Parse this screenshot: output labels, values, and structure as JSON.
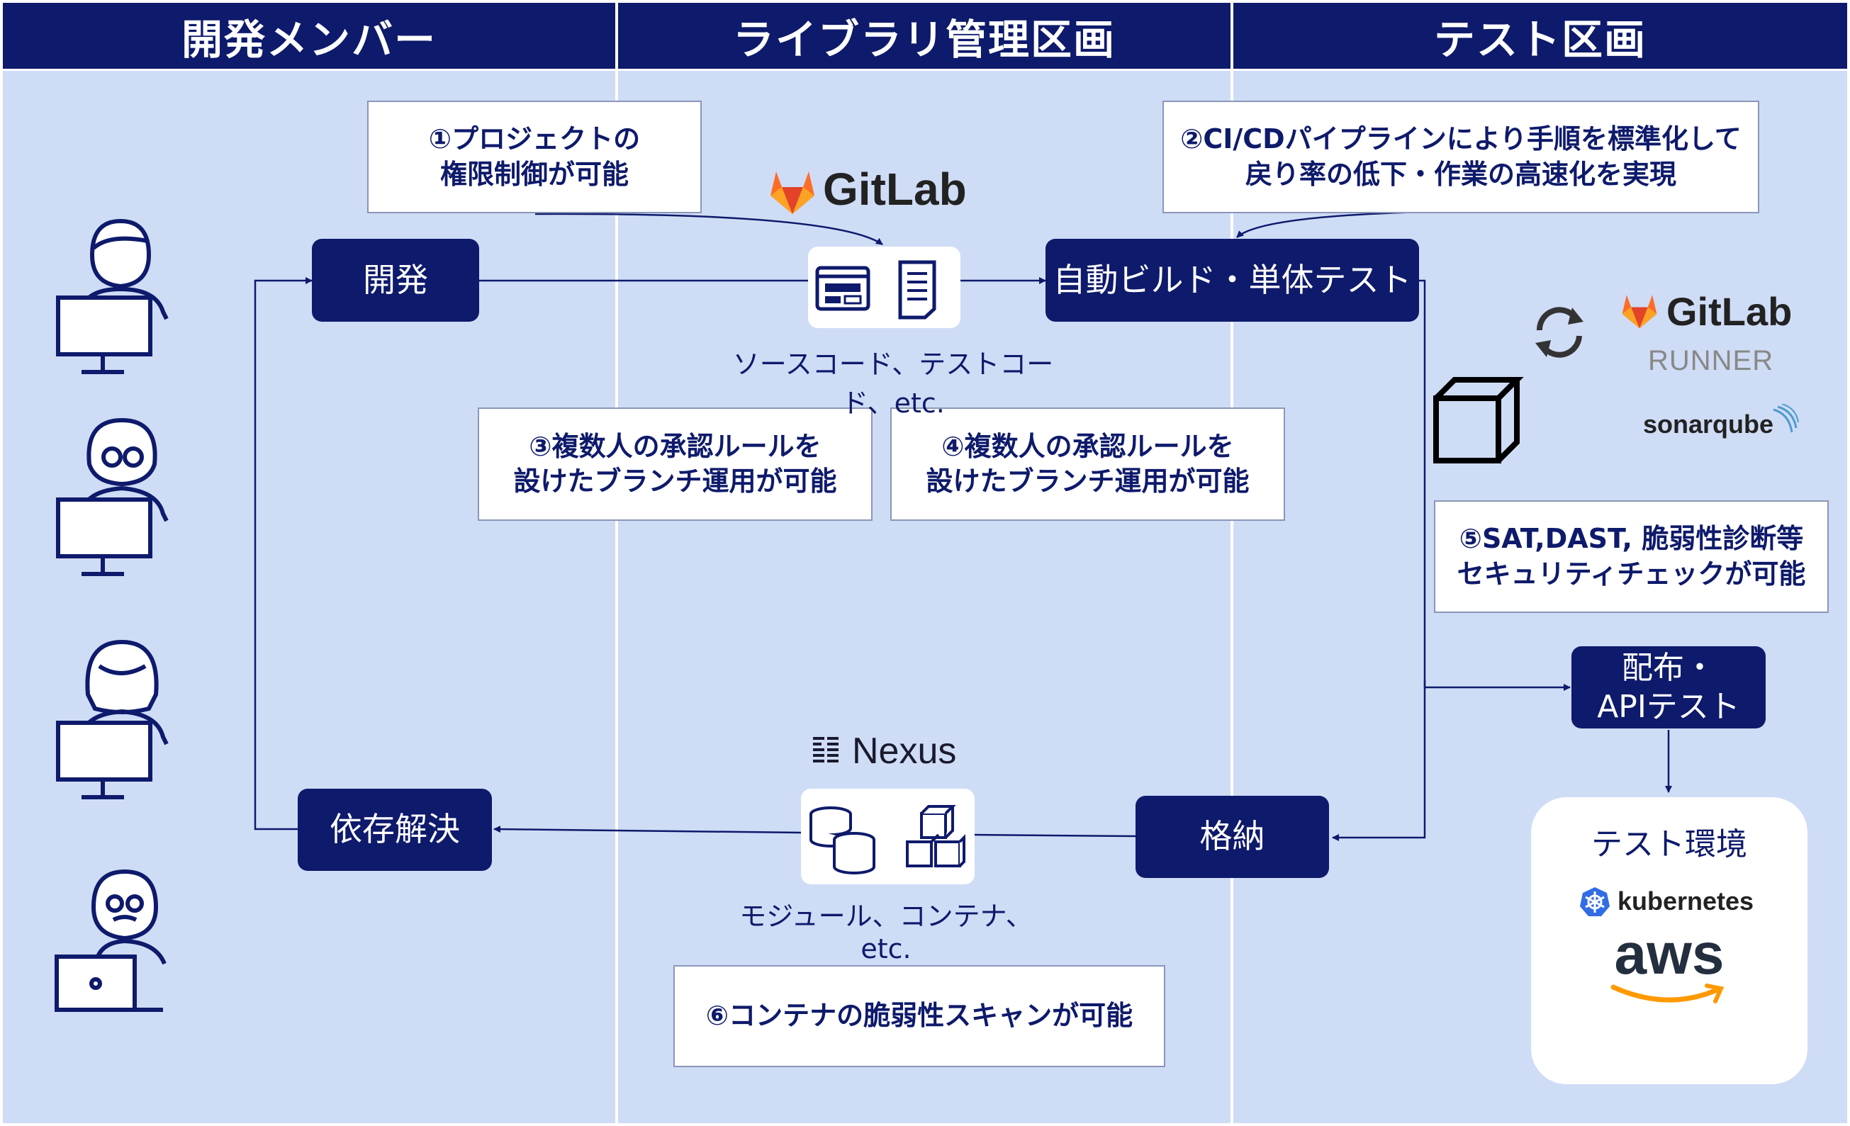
{
  "lanes": {
    "developers": "開発メンバー",
    "library": "ライブラリ管理区画",
    "test": "テスト区画"
  },
  "process": {
    "develop": "開発",
    "build_test": "自動ビルド・単体テスト",
    "deploy": "配布・\nAPIテスト",
    "store": "格納",
    "resolve": "依存解決"
  },
  "notes": {
    "n1": "①プロジェクトの\n権限制御が可能",
    "n2": "②CI/CDパイプラインにより手順を標準化して\n戻り率の低下・作業の高速化を実現",
    "n3": "③複数人の承認ルールを\n設けたブランチ運用が可能",
    "n4": "④複数人の承認ルールを\n設けたブランチ運用が可能",
    "n5": "⑤SAT,DAST, 脆弱性診断等\nセキュリティチェックが可能",
    "n6": "⑥コンテナの脆弱性スキャンが可能"
  },
  "captions": {
    "source": "ソースコード、テストコード、etc.",
    "modules": "モジュール、コンテナ、etc."
  },
  "brands": {
    "gitlab": "GitLab",
    "gitlab_runner": "GitLab",
    "runner": "RUNNER",
    "sonarqube": "sonarqube",
    "nexus": "Nexus",
    "kubernetes": "kubernetes",
    "aws": "aws"
  },
  "test_env": {
    "title": "テスト環境"
  },
  "colors": {
    "navy": "#0e1a6b",
    "lane_bg": "#cfdcf6",
    "gitlab_orange": "#e24329",
    "k8s_blue": "#326ce5",
    "aws_orange": "#ff9900"
  }
}
